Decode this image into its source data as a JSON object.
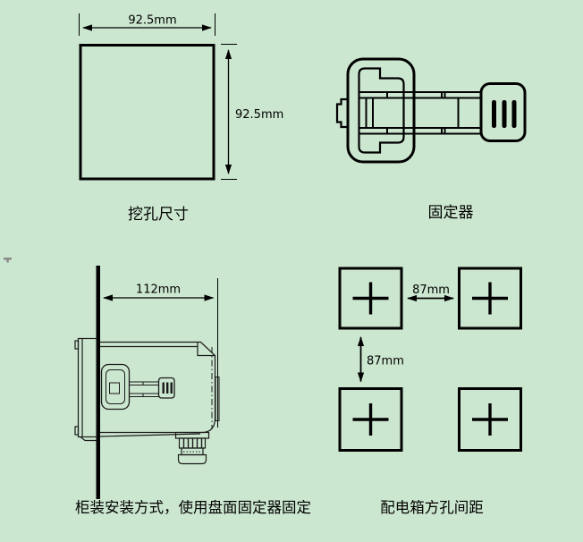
{
  "page": {
    "background_color": "#cce7d0",
    "ink_color": "#000000",
    "artifact_color": "#8a8a8a"
  },
  "figures": {
    "cutout": {
      "caption": "挖孔尺寸",
      "width_label": "92.5mm",
      "height_label": "92.5mm"
    },
    "retainer": {
      "caption": "固定器"
    },
    "panel_mount": {
      "caption": "柜装安装方式，使用盘面固定器固定",
      "depth_label": "112mm"
    },
    "hole_spacing": {
      "caption": "配电箱方孔间距",
      "horizontal_label": "87mm",
      "vertical_label": "87mm"
    }
  }
}
